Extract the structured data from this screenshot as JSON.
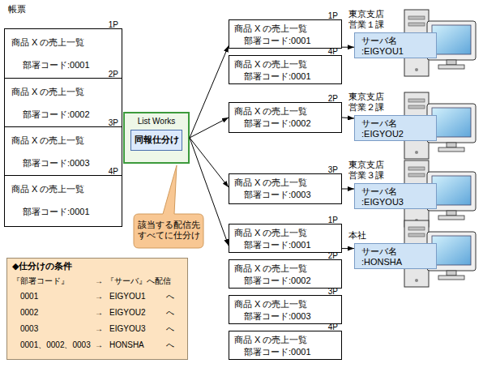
{
  "diagram": {
    "nodes": [
      {
        "text": [
          "1P",
          "商品 X の売上一覧",
          "部署コード:0001"
        ]
      },
      {
        "text": [
          "2P",
          "商品 X の売上一覧",
          "部署コード:0002"
        ]
      },
      {
        "text": [
          "3P",
          "商品 X の売上一覧",
          "部署コード:0003"
        ]
      },
      {
        "text": [
          "4P",
          "商品 X の売上一覧",
          "部署コード:0001"
        ]
      },
      {
        "text": [
          "List Works"
        ]
      },
      {
        "text": [
          "同報仕分け"
        ],
        "in": 4
      },
      {
        "text": [
          "該当する配信先 すべてに仕分け"
        ]
      },
      {
        "text": [
          "◆仕分けの条件",
          "『部署コード』",
          "→",
          "『サーバ』へ配信",
          "0001",
          "→",
          "EIGYOU1",
          "へ",
          "0002",
          "→",
          "EIGYOU2",
          "へ",
          "0003",
          "→",
          "EIGYOU3",
          "へ",
          "0001、0002、0003",
          "→",
          "HONSHA",
          "へ"
        ]
      },
      {
        "text": [
          "1P",
          "商品 X の売上一覧",
          "部署コード:0001"
        ]
      },
      {
        "text": [
          "4P",
          "商品 X の売上一覧",
          "部署コード:0001"
        ]
      },
      {
        "text": [
          "東京支店 営業１課",
          "サーバ名 :EIGYOU1"
        ]
      },
      {
        "text": [
          "2P",
          "商品 X の売上一覧",
          "部署コード:0002"
        ]
      },
      {
        "text": [
          "東京支店 営業２課",
          "サーバ名 :EIGYOU2"
        ]
      },
      {
        "text": [
          "3P",
          "商品 X の売上一覧",
          "部署コード:0003"
        ]
      },
      {
        "text": [
          "東京支店 営業３課",
          "サーバ名 :EIGYOU3"
        ]
      },
      {
        "text": [
          "1P",
          "商品 X の売上一覧",
          "部署コード:0001"
        ]
      },
      {
        "text": [
          "2P",
          "商品 X の売上一覧",
          "部署コード:0002"
        ]
      },
      {
        "text": [
          "3P",
          "商品 X の売上一覧",
          "部署コード:0003"
        ]
      },
      {
        "text": [
          "4P",
          "商品 X の売上一覧",
          "部署コード:0001"
        ]
      },
      {
        "text": [
          "本社",
          "サーバ名 :HONSHA"
        ]
      }
    ],
    "edges": [
      {
        "from": 4,
        "to": 8,
        "arrow": "to"
      },
      {
        "from": 4,
        "to": 11,
        "arrow": "to"
      },
      {
        "from": 4,
        "to": 13,
        "arrow": "to"
      },
      {
        "from": 4,
        "to": 15,
        "arrow": "to"
      },
      {
        "from": 8,
        "to": 10,
        "arrow": "to"
      },
      {
        "from": 11,
        "to": 12,
        "arrow": "to"
      },
      {
        "from": 13,
        "to": 14,
        "arrow": "to"
      },
      {
        "from": 15,
        "to": 19,
        "arrow": "to"
      }
    ],
    "labels": [
      "帳票"
    ]
  }
}
